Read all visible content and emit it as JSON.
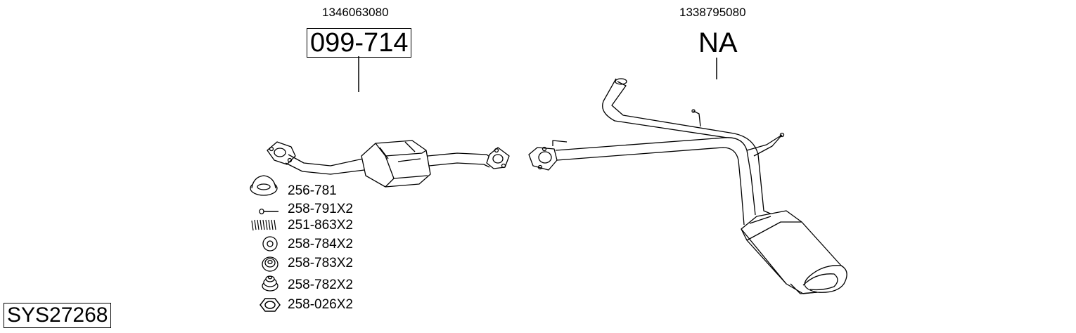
{
  "parts": [
    {
      "oem": "1346063080",
      "part_number": "099-714",
      "boxed": true
    },
    {
      "oem": "1338795080",
      "part_number": "NA",
      "boxed": false
    }
  ],
  "accessories": [
    {
      "code": "256-781",
      "icon": "gasket-ring-icon"
    },
    {
      "code": "258-791X2",
      "icon": "bolt-icon"
    },
    {
      "code": "251-863X2",
      "icon": "spring-icon"
    },
    {
      "code": "258-784X2",
      "icon": "washer-icon"
    },
    {
      "code": "258-783X2",
      "icon": "rubber-mount-icon"
    },
    {
      "code": "258-782X2",
      "icon": "rubber-mount-large-icon"
    },
    {
      "code": "258-026X2",
      "icon": "hex-nut-icon"
    }
  ],
  "system_id": "SYS27268"
}
